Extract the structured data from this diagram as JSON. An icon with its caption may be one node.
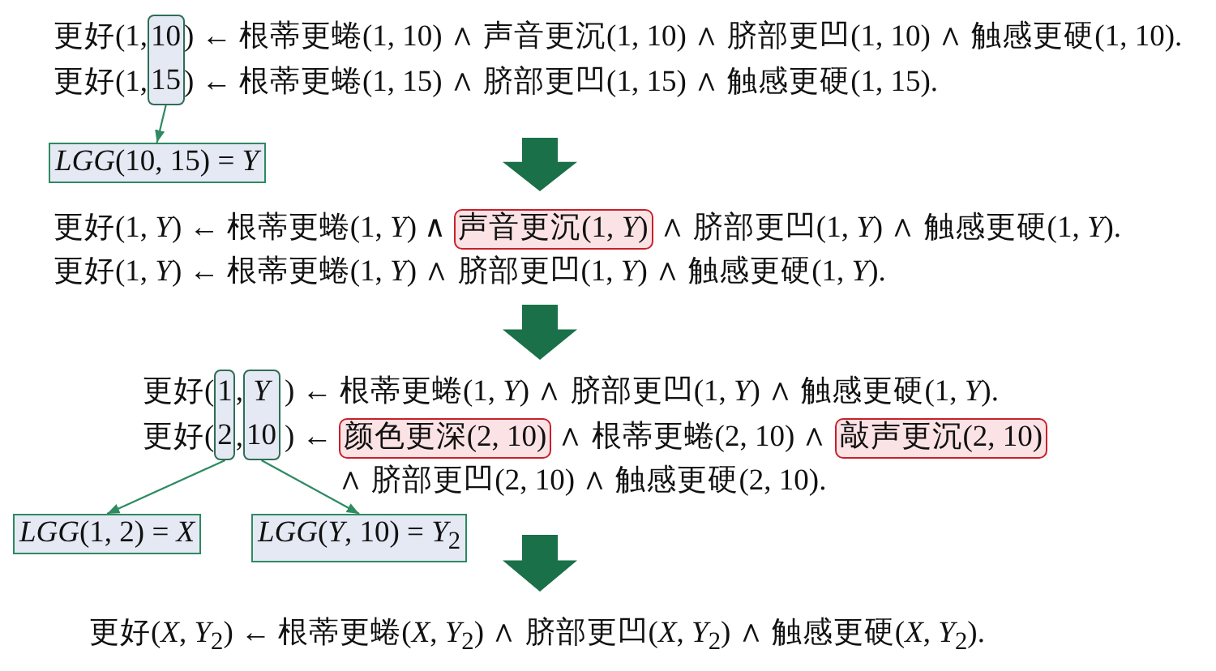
{
  "diagram": {
    "nodes": [
      {
        "text": [
          "10",
          "15"
        ]
      },
      {
        "text": [
          "*LGG*(10, 15) = *Y*"
        ]
      },
      {
        "text": [
          "声音更沉(1, *Y*)"
        ]
      },
      {
        "text": [
          "1",
          "2"
        ]
      },
      {
        "text": [
          "*Y*",
          "10"
        ]
      },
      {
        "text": [
          "颜色更深(2, 10)"
        ]
      },
      {
        "text": [
          "敲声更沉(2, 10)"
        ]
      },
      {
        "text": [
          "*LGG*(1, 2) = *X*"
        ]
      },
      {
        "text": [
          "*LGG*(*Y*, 10) = *Y*$_{2}$"
        ]
      }
    ],
    "edges": [
      {
        "from": 0,
        "to": 1,
        "arrow": "to"
      },
      {
        "from": 3,
        "to": 7,
        "arrow": "to"
      },
      {
        "from": 4,
        "to": 8,
        "arrow": "to"
      }
    ],
    "labels": [
      "更好(1,",
      ") ← 根蒂更蜷(1, 10) ∧ 声音更沉(1, 10) ∧ 脐部更凹(1, 10) ∧ 触感更硬(1, 10).",
      "更好(1,",
      ") ← 根蒂更蜷(1, 15) ∧ 脐部更凹(1, 15) ∧ 触感更硬(1, 15).",
      "更好(1, *Y*) ← 根蒂更蜷(1, *Y*) ∧",
      "∧ 脐部更凹(1, *Y*) ∧ 触感更硬(1, *Y*).",
      "更好(1, *Y*) ← 根蒂更蜷(1, *Y*) ∧ 脐部更凹(1, *Y*) ∧ 触感更硬(1, *Y*).",
      "更好(",
      ",",
      ") ← 根蒂更蜷(1, *Y*) ∧ 脐部更凹(1, *Y*) ∧ 触感更硬(1, *Y*).",
      "更好(",
      ",",
      ") ←",
      "∧ 根蒂更蜷(2, 10) ∧",
      "∧ 脐部更凹(2, 10) ∧ 触感更硬(2, 10).",
      "更好(*X*, *Y*$_{2}$) ← 根蒂更蜷(*X*, *Y*$_{2}$) ∧ 脐部更凹(*X*, *Y*$_{2}$) ∧ 触感更硬(*X*, *Y*$_{2}$)."
    ]
  }
}
